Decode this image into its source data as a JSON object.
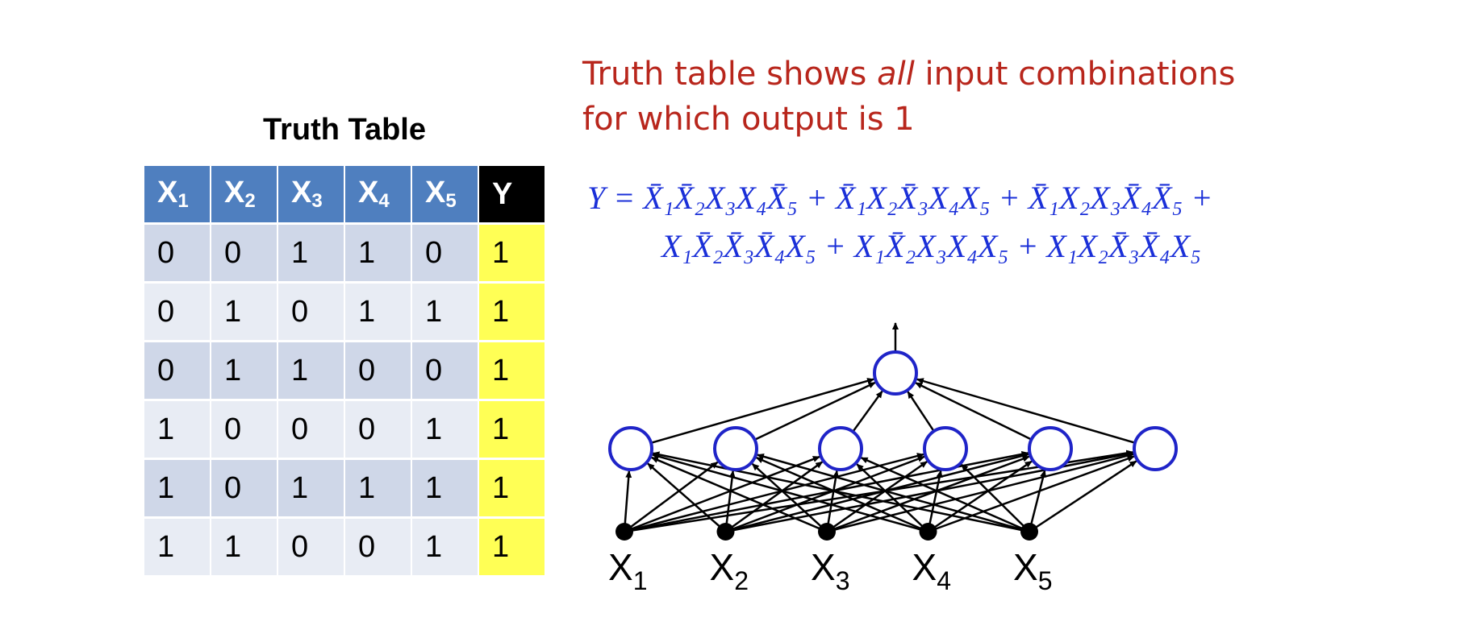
{
  "table": {
    "title": "Truth Table",
    "headers": [
      {
        "base": "X",
        "sub": "1"
      },
      {
        "base": "X",
        "sub": "2"
      },
      {
        "base": "X",
        "sub": "3"
      },
      {
        "base": "X",
        "sub": "4"
      },
      {
        "base": "X",
        "sub": "5"
      },
      {
        "base": "Y",
        "sub": ""
      }
    ],
    "rows": [
      [
        "0",
        "0",
        "1",
        "1",
        "0",
        "1"
      ],
      [
        "0",
        "1",
        "0",
        "1",
        "1",
        "1"
      ],
      [
        "0",
        "1",
        "1",
        "0",
        "0",
        "1"
      ],
      [
        "1",
        "0",
        "0",
        "0",
        "1",
        "1"
      ],
      [
        "1",
        "0",
        "1",
        "1",
        "1",
        "1"
      ],
      [
        "1",
        "1",
        "0",
        "0",
        "1",
        "1"
      ]
    ]
  },
  "note": {
    "line1_pre": "Truth table shows ",
    "line1_em": "all",
    "line1_post": " input combinations",
    "line2": "for which output is 1"
  },
  "equation": {
    "line1": "Y = X̄₁X̄₂X₃X₄X̄₅ + X̄₁X₂X̄₃X₄X₅ + X̄₁X₂X₃X̄₄X̄₅ +",
    "line2": "X₁X̄₂X̄₃X̄₄X₅ + X₁X̄₂X₃X₄X₅ + X₁X₂X̄₃X̄₄X₅"
  },
  "network": {
    "inputs": [
      "X1",
      "X2",
      "X3",
      "X4",
      "X5"
    ],
    "input_labels": [
      {
        "base": "X",
        "sub": "1"
      },
      {
        "base": "X",
        "sub": "2"
      },
      {
        "base": "X",
        "sub": "3"
      },
      {
        "base": "X",
        "sub": "4"
      },
      {
        "base": "X",
        "sub": "5"
      }
    ],
    "hidden_count": 6,
    "output_count": 1,
    "colors": {
      "node_stroke": "#1f24c8",
      "edge": "#000000"
    }
  }
}
